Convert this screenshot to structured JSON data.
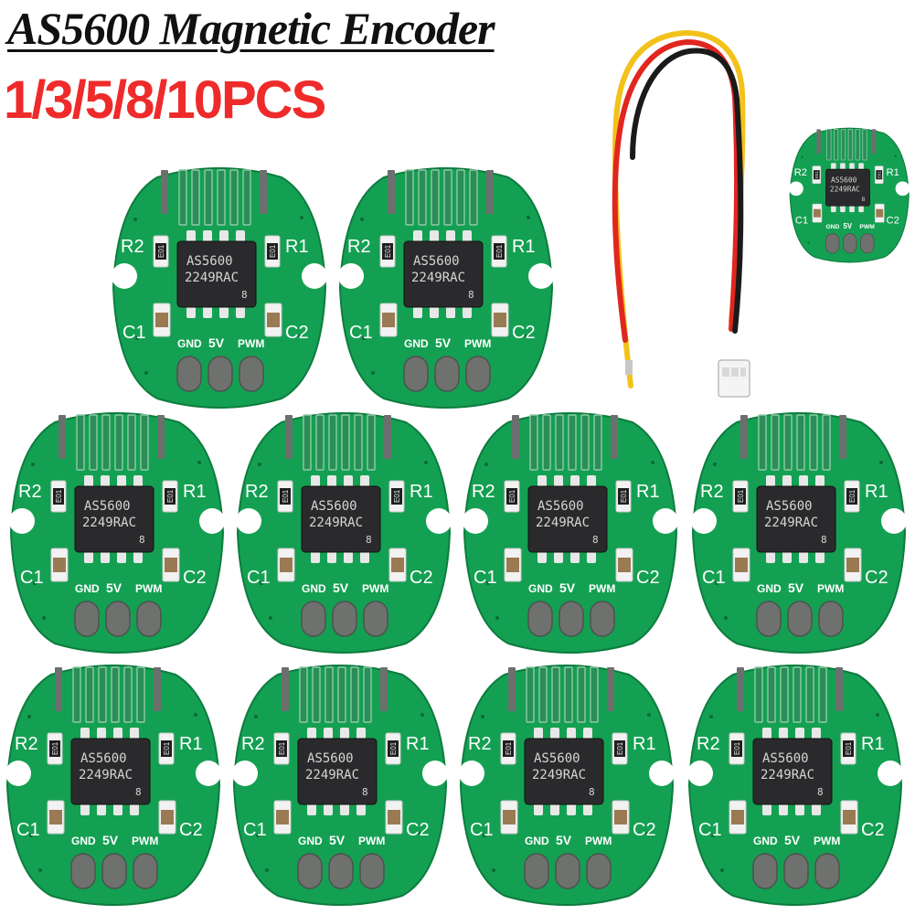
{
  "title": "AS5600 Magnetic Encoder",
  "subtitle": "1/3/5/8/10PCS",
  "board": {
    "chip_line1": "AS5600",
    "chip_line2": "2249RAC",
    "chip_line3": "8",
    "label_r1": "R1",
    "label_r2": "R2",
    "label_c1": "C1",
    "label_c2": "C2",
    "pin_gnd": "GND",
    "pin_5v": "5V",
    "pin_pwm": "PWM",
    "resistor_code": "E01"
  },
  "colors": {
    "pcb_green": "#14a052",
    "title_red": "#ef2a2a",
    "wire_yellow": "#f2c21a",
    "wire_red": "#e0261f",
    "wire_black": "#1a1a1a"
  },
  "quantity_boards_shown": 11
}
